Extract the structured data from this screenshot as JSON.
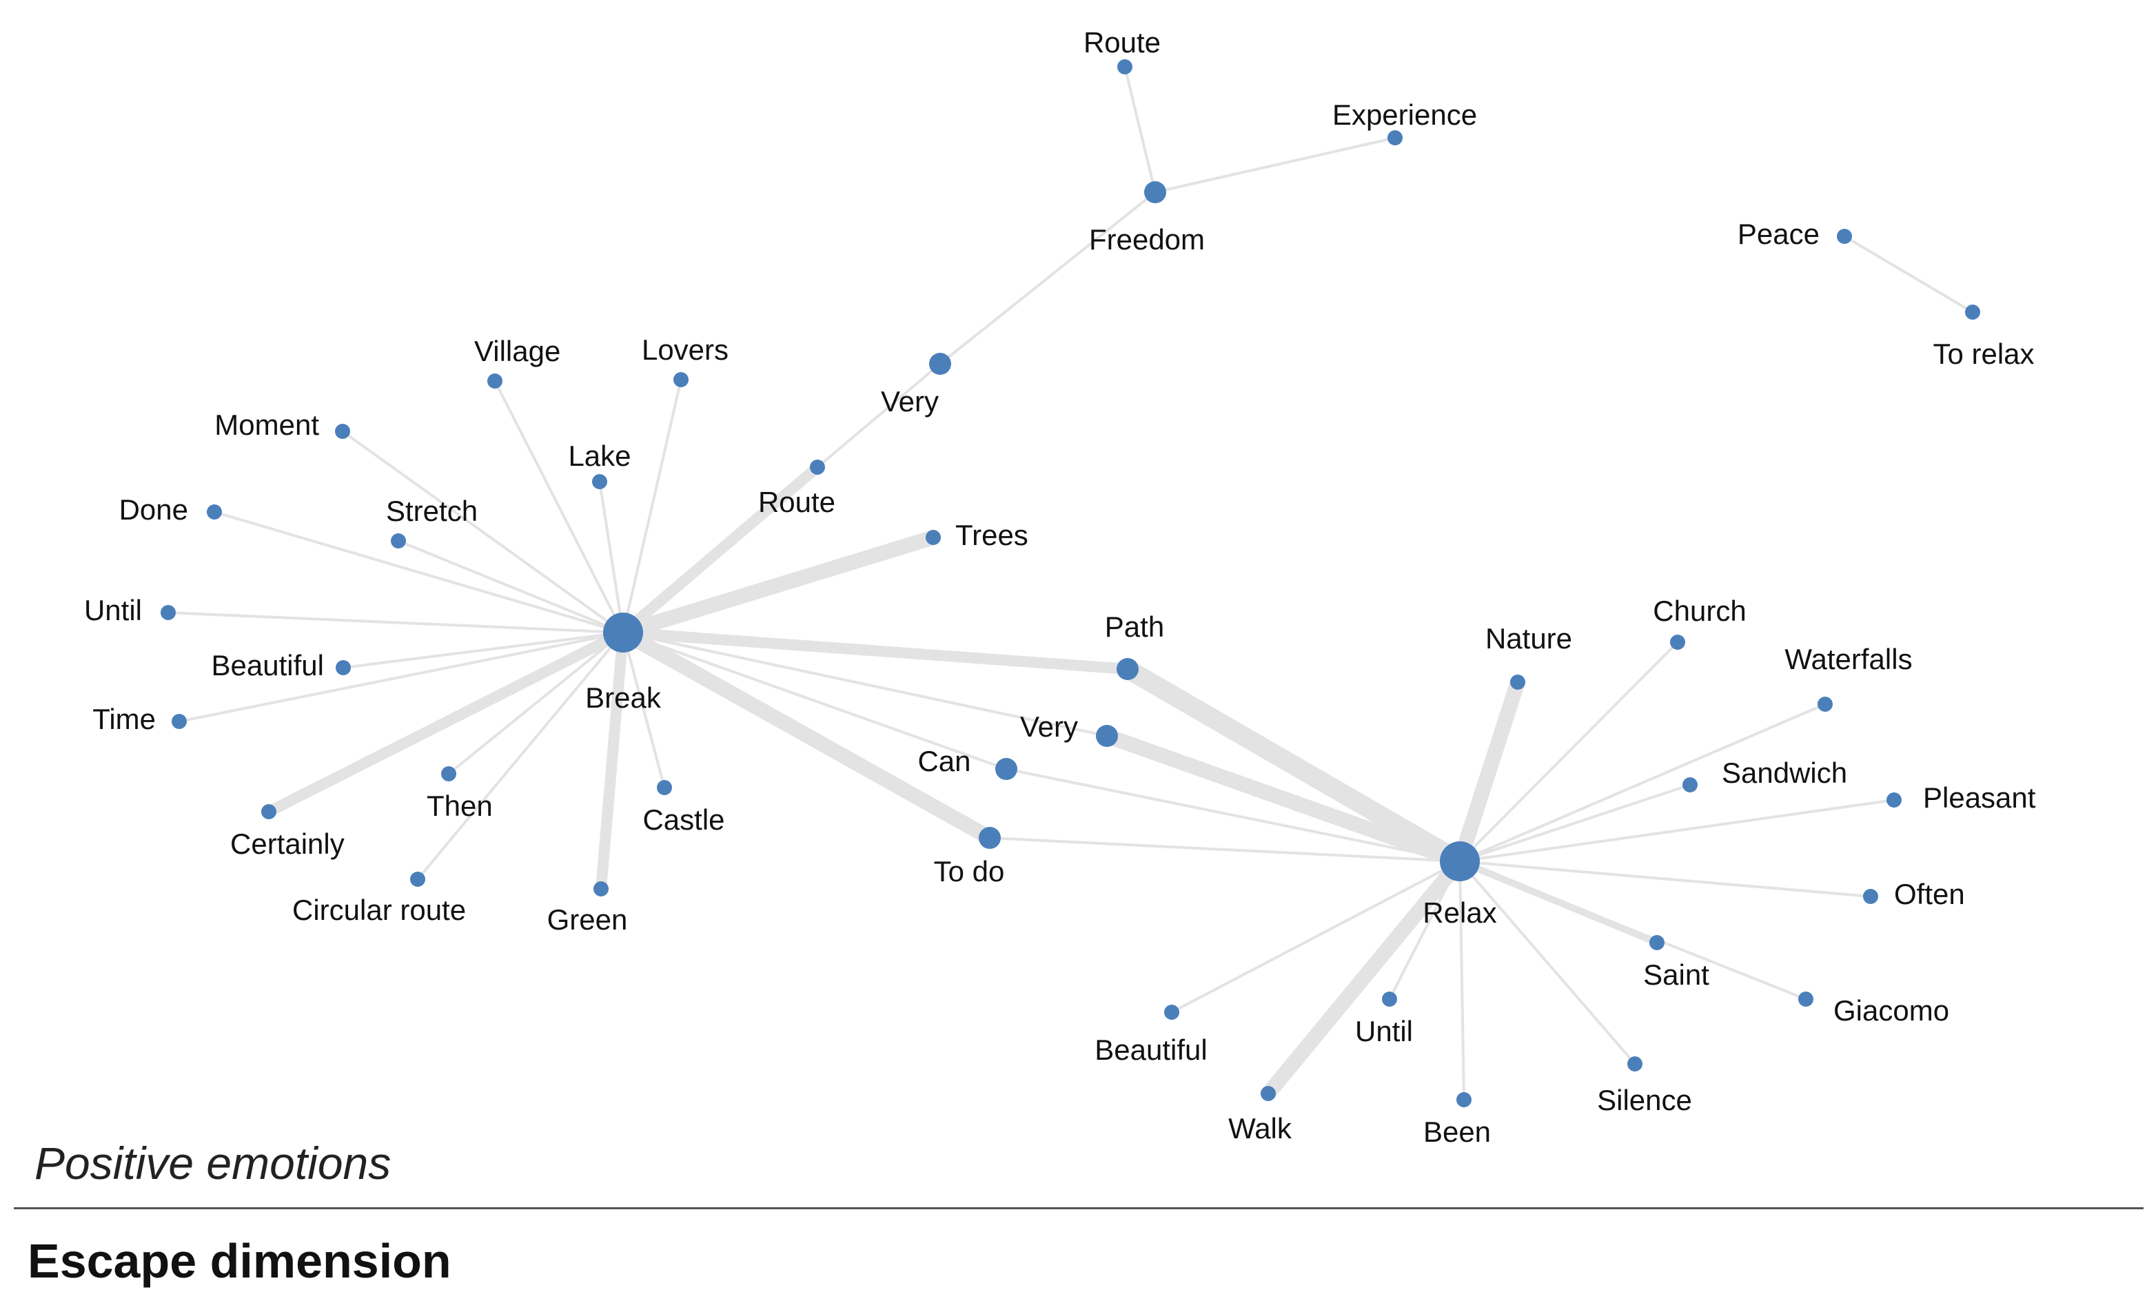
{
  "caption": "Positive emotions",
  "section_title": "Escape dimension",
  "colors": {
    "node": "#4a7fba",
    "edge": "#e3e3e3",
    "text": "#111111"
  },
  "graph": {
    "nodes": [
      {
        "id": "break",
        "label": "Break",
        "hub": true
      },
      {
        "id": "relax",
        "label": "Relax",
        "hub": true
      },
      {
        "id": "freedom",
        "label": "Freedom"
      },
      {
        "id": "route_top",
        "label": "Route"
      },
      {
        "id": "experience",
        "label": "Experience"
      },
      {
        "id": "very_top",
        "label": "Very"
      },
      {
        "id": "route_mid",
        "label": "Route"
      },
      {
        "id": "peace",
        "label": "Peace"
      },
      {
        "id": "to_relax",
        "label": "To relax"
      },
      {
        "id": "village",
        "label": "Village"
      },
      {
        "id": "lovers",
        "label": "Lovers"
      },
      {
        "id": "moment",
        "label": "Moment"
      },
      {
        "id": "lake",
        "label": "Lake"
      },
      {
        "id": "done",
        "label": "Done"
      },
      {
        "id": "stretch",
        "label": "Stretch"
      },
      {
        "id": "until_left",
        "label": "Until"
      },
      {
        "id": "beautiful_left",
        "label": "Beautiful"
      },
      {
        "id": "time",
        "label": "Time"
      },
      {
        "id": "certainly",
        "label": "Certainly"
      },
      {
        "id": "then",
        "label": "Then"
      },
      {
        "id": "circular_route",
        "label": "Circular route"
      },
      {
        "id": "green",
        "label": "Green"
      },
      {
        "id": "castle",
        "label": "Castle"
      },
      {
        "id": "trees",
        "label": "Trees"
      },
      {
        "id": "path",
        "label": "Path"
      },
      {
        "id": "very_mid",
        "label": "Very"
      },
      {
        "id": "can",
        "label": "Can"
      },
      {
        "id": "to_do",
        "label": "To do"
      },
      {
        "id": "nature",
        "label": "Nature"
      },
      {
        "id": "church",
        "label": "Church"
      },
      {
        "id": "waterfalls",
        "label": "Waterfalls"
      },
      {
        "id": "sandwich",
        "label": "Sandwich"
      },
      {
        "id": "pleasant",
        "label": "Pleasant"
      },
      {
        "id": "often",
        "label": "Often"
      },
      {
        "id": "saint",
        "label": "Saint"
      },
      {
        "id": "giacomo",
        "label": "Giacomo"
      },
      {
        "id": "silence",
        "label": "Silence"
      },
      {
        "id": "been",
        "label": "Been"
      },
      {
        "id": "until_right",
        "label": "Until"
      },
      {
        "id": "walk",
        "label": "Walk"
      },
      {
        "id": "beautiful_right",
        "label": "Beautiful"
      }
    ],
    "edges": [
      {
        "source": "break",
        "target": "village",
        "weight": 1
      },
      {
        "source": "break",
        "target": "lovers",
        "weight": 1
      },
      {
        "source": "break",
        "target": "moment",
        "weight": 1
      },
      {
        "source": "break",
        "target": "lake",
        "weight": 1
      },
      {
        "source": "break",
        "target": "done",
        "weight": 1
      },
      {
        "source": "break",
        "target": "stretch",
        "weight": 1
      },
      {
        "source": "break",
        "target": "until_left",
        "weight": 1
      },
      {
        "source": "break",
        "target": "beautiful_left",
        "weight": 1
      },
      {
        "source": "break",
        "target": "time",
        "weight": 1
      },
      {
        "source": "break",
        "target": "certainly",
        "weight": 3
      },
      {
        "source": "break",
        "target": "then",
        "weight": 1
      },
      {
        "source": "break",
        "target": "circular_route",
        "weight": 1
      },
      {
        "source": "break",
        "target": "green",
        "weight": 3
      },
      {
        "source": "break",
        "target": "castle",
        "weight": 1
      },
      {
        "source": "break",
        "target": "trees",
        "weight": 4
      },
      {
        "source": "break",
        "target": "route_mid",
        "weight": 3
      },
      {
        "source": "break",
        "target": "path",
        "weight": 3
      },
      {
        "source": "break",
        "target": "very_mid",
        "weight": 1
      },
      {
        "source": "break",
        "target": "can",
        "weight": 1
      },
      {
        "source": "break",
        "target": "to_do",
        "weight": 4
      },
      {
        "source": "route_mid",
        "target": "very_top",
        "weight": 1
      },
      {
        "source": "very_top",
        "target": "freedom",
        "weight": 1
      },
      {
        "source": "freedom",
        "target": "route_top",
        "weight": 1
      },
      {
        "source": "freedom",
        "target": "experience",
        "weight": 1
      },
      {
        "source": "peace",
        "target": "to_relax",
        "weight": 1
      },
      {
        "source": "path",
        "target": "relax",
        "weight": 5
      },
      {
        "source": "very_mid",
        "target": "relax",
        "weight": 4
      },
      {
        "source": "can",
        "target": "relax",
        "weight": 1
      },
      {
        "source": "to_do",
        "target": "relax",
        "weight": 1
      },
      {
        "source": "relax",
        "target": "nature",
        "weight": 4
      },
      {
        "source": "relax",
        "target": "church",
        "weight": 1
      },
      {
        "source": "relax",
        "target": "waterfalls",
        "weight": 1
      },
      {
        "source": "relax",
        "target": "sandwich",
        "weight": 1
      },
      {
        "source": "relax",
        "target": "pleasant",
        "weight": 1
      },
      {
        "source": "relax",
        "target": "often",
        "weight": 1
      },
      {
        "source": "relax",
        "target": "saint",
        "weight": 2
      },
      {
        "source": "relax",
        "target": "giacomo",
        "weight": 1
      },
      {
        "source": "relax",
        "target": "silence",
        "weight": 1
      },
      {
        "source": "relax",
        "target": "been",
        "weight": 1
      },
      {
        "source": "relax",
        "target": "until_right",
        "weight": 1
      },
      {
        "source": "relax",
        "target": "walk",
        "weight": 4
      },
      {
        "source": "relax",
        "target": "beautiful_right",
        "weight": 1
      }
    ]
  }
}
